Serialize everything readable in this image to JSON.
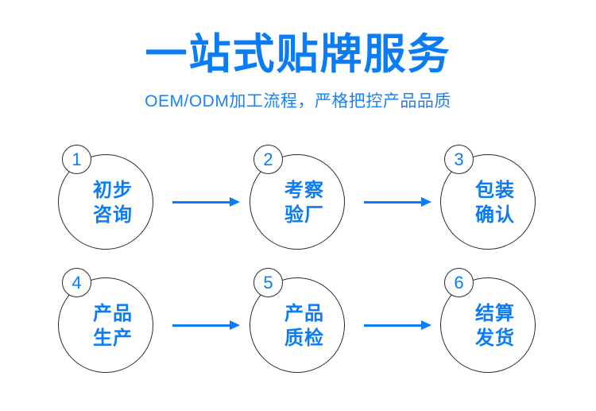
{
  "header": {
    "title": "一站式贴牌服务",
    "subtitle": "OEM/ODM加工流程，严格把控产品品质"
  },
  "colors": {
    "accent_blue": "#0a7cf5",
    "subtitle_blue": "#1a82f7",
    "circle_outline": "#2b2b2b",
    "background": "#ffffff"
  },
  "flow": {
    "arrow_icon": "arrow-right-icon",
    "rows": [
      {
        "steps": [
          {
            "number": "1",
            "line1": "初步",
            "line2": "咨询"
          },
          {
            "number": "2",
            "line1": "考察",
            "line2": "验厂"
          },
          {
            "number": "3",
            "line1": "包装",
            "line2": "确认"
          }
        ]
      },
      {
        "steps": [
          {
            "number": "4",
            "line1": "产品",
            "line2": "生产"
          },
          {
            "number": "5",
            "line1": "产品",
            "line2": "质检"
          },
          {
            "number": "6",
            "line1": "结算",
            "line2": "发货"
          }
        ]
      }
    ]
  }
}
